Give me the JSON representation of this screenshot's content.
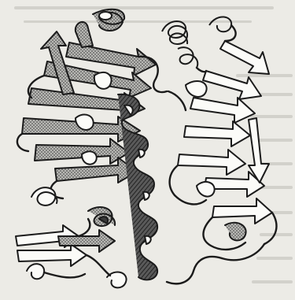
{
  "figure": {
    "kind": "protein ribbon diagram (scanned book page)",
    "domains": [
      {
        "name": "left-domain",
        "style": "stippled"
      },
      {
        "name": "right-domain",
        "style": "white"
      }
    ],
    "colors": {
      "background": "#ecebe6",
      "outline": "#1b1b1b",
      "stipple_fill": "#9a9a9a",
      "dark_fill": "#3a3a3a"
    }
  }
}
